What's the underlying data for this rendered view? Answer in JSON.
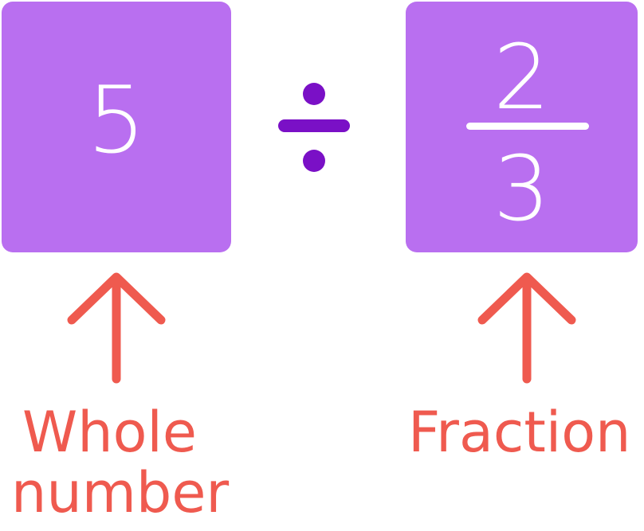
{
  "colors": {
    "box": "#b96ff0",
    "symbol": "#7a10c6",
    "label": "#ef5a4f",
    "digit": "#ffffff"
  },
  "whole_number": {
    "value": "5",
    "label_line1": "Whole",
    "label_line2": "number"
  },
  "operator": {
    "symbol_name": "divide-icon"
  },
  "fraction": {
    "numerator": "2",
    "denominator": "3",
    "label": "Fraction"
  },
  "arrows": {
    "icon": "arrow-up-icon"
  }
}
